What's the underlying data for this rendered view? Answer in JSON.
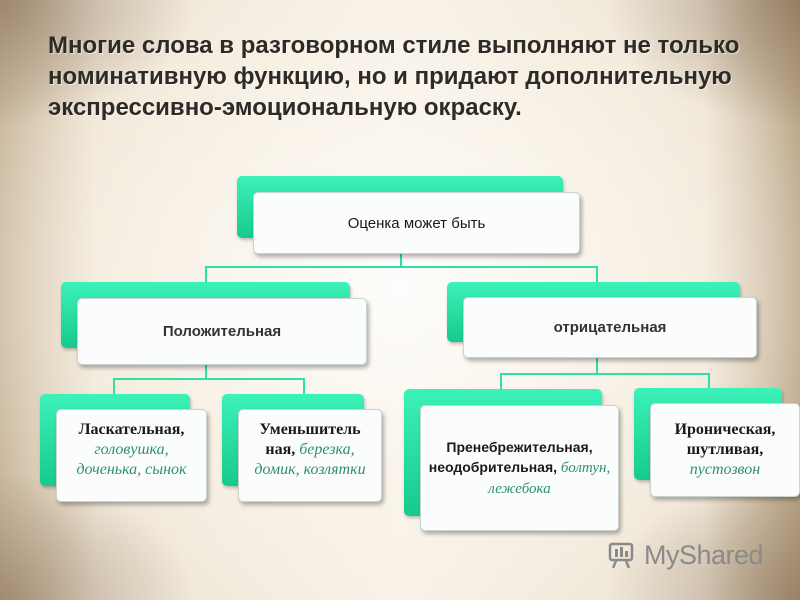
{
  "title": "Многие слова в разговорном стиле выполняют не только номинативную функцию, но и придают дополнительную экспрессивно-эмоциональную окраску.",
  "root": {
    "label": "Оценка может быть"
  },
  "positive": {
    "label": "Положительная",
    "children": [
      {
        "term": "Ласкательная,",
        "examples": "головушка, доченька, сынок"
      },
      {
        "term": "Уменьшитель ная,",
        "examples": "березка, домик, козлятки"
      }
    ]
  },
  "negative": {
    "label": "отрицательная",
    "children": [
      {
        "term": "Пренебрежительная, неодобрительная,",
        "examples": "болтун, лежебока"
      },
      {
        "term": "Ироническая, шутливая,",
        "examples": "пустозвон"
      }
    ]
  },
  "watermark": {
    "text": "MyShared",
    "icon": "myshared-logo-icon"
  },
  "colors": {
    "accent": "#1fd79c",
    "example_text": "#2e8f72"
  }
}
